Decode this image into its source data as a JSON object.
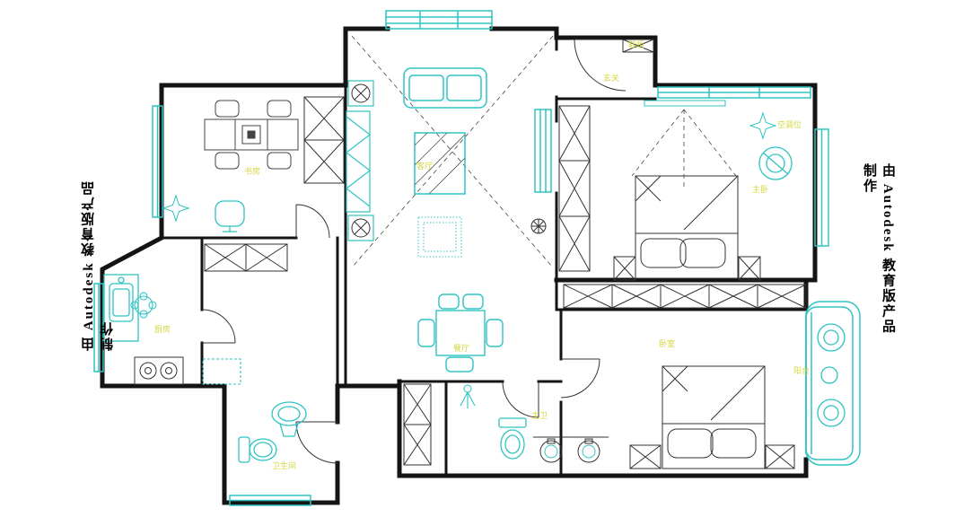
{
  "watermarks": {
    "left": "由 Autodesk 教育版产品制作",
    "right": "由 Autodesk 教育版产品制作"
  },
  "rooms": [
    {
      "id": "study",
      "label": "书房"
    },
    {
      "id": "living",
      "label": "客厅"
    },
    {
      "id": "entry",
      "label": "玄关"
    },
    {
      "id": "shoe-cabinet",
      "label": "鞋柜"
    },
    {
      "id": "master-bedroom",
      "label": "主卧"
    },
    {
      "id": "ac-spot",
      "label": "空调位"
    },
    {
      "id": "kitchen",
      "label": "厨房"
    },
    {
      "id": "dining",
      "label": "餐厅"
    },
    {
      "id": "bathroom",
      "label": "卫生间"
    },
    {
      "id": "master-bath",
      "label": "主卫"
    },
    {
      "id": "bedroom",
      "label": "卧室"
    },
    {
      "id": "balcony",
      "label": "阳台"
    }
  ],
  "colors": {
    "wall": "#141414",
    "furniture_teal": "#2fc3c3",
    "label_yellow": "#d6d640"
  }
}
